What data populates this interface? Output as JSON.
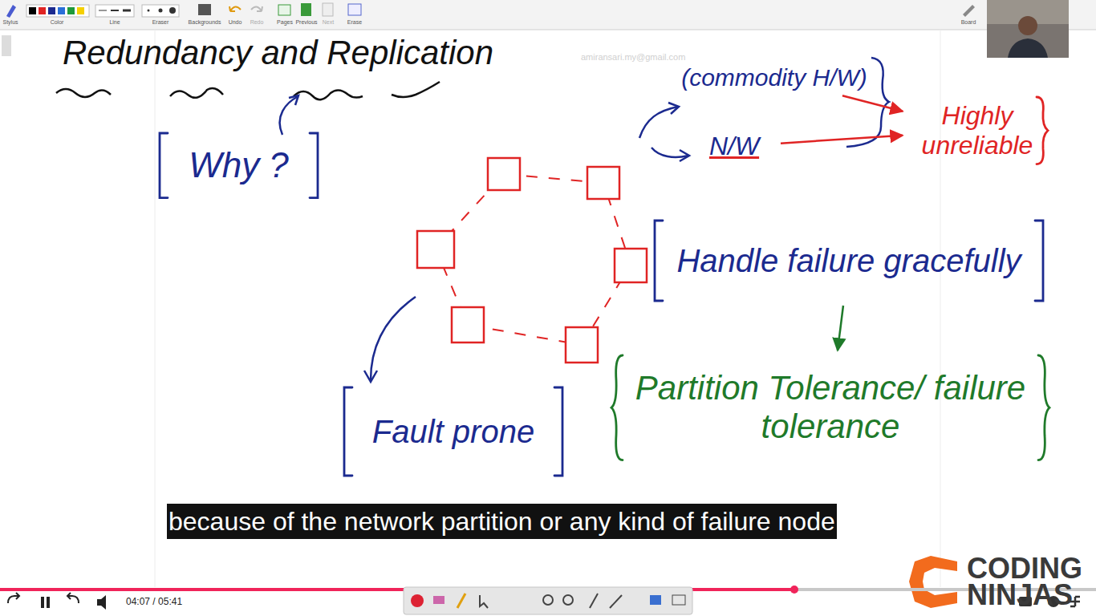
{
  "diagram": {
    "title": "Redundancy and Replication",
    "nodes": [
      {
        "text": [
          "Why ?"
        ]
      },
      {
        "text": [
          "(commodity H/W)"
        ]
      },
      {
        "text": [
          "N/W"
        ]
      },
      {
        "text": [
          "Highly unreliable"
        ]
      },
      {
        "text": [
          "Handle failure gracefully"
        ]
      },
      {
        "text": [
          "Partition Tolerance/ failure tolerance"
        ]
      },
      {
        "text": [
          "Fault prone"
        ]
      }
    ],
    "edges": [
      {
        "from": 1,
        "to": 3,
        "arrow": "to"
      },
      {
        "from": 2,
        "to": 3,
        "arrow": "to"
      },
      {
        "from": 4,
        "to": 5,
        "arrow": "to"
      }
    ],
    "labels": [
      "Stylus",
      "Color",
      "Line",
      "Eraser",
      "Backgrounds",
      "Undo",
      "Redo",
      "Pages",
      "Previous",
      "Next",
      "Erase",
      "Board",
      "amiransari.my@gmail.com",
      "because of the network partition or any kind of failure node",
      "04:07 / 05:41",
      "CODING",
      "NINJAS"
    ]
  }
}
